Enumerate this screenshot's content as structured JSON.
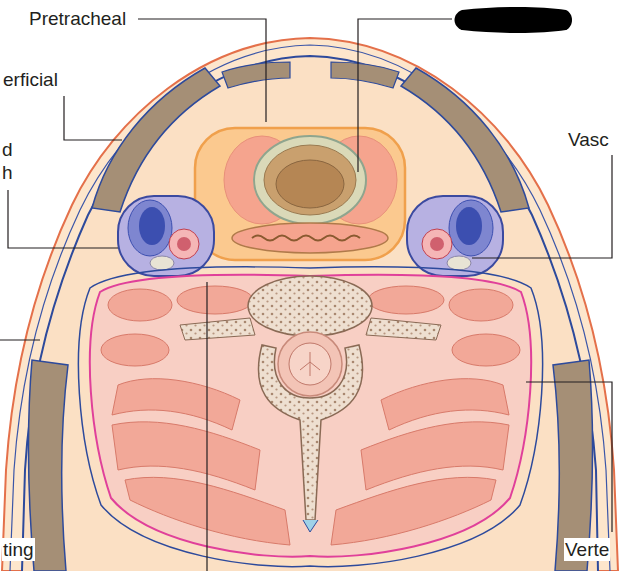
{
  "diagram": {
    "labels": [
      "Pretracheal",
      "erficial",
      "d h",
      "Vasc",
      "ting",
      "Verte"
    ]
  }
}
